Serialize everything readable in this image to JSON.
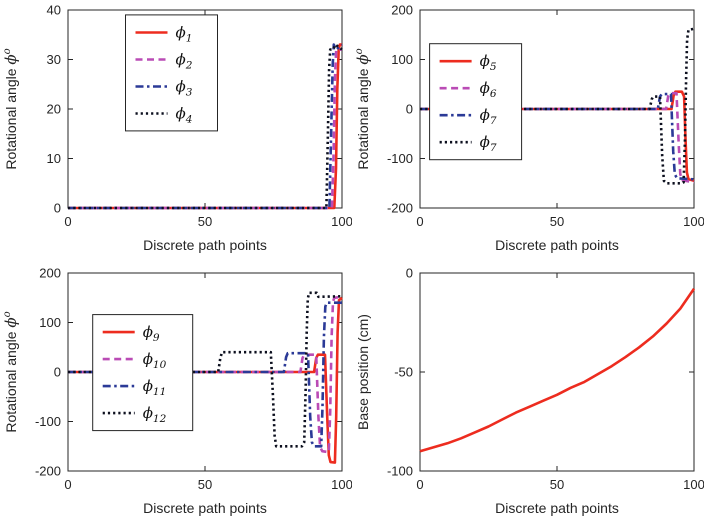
{
  "figure": {
    "background": "#ffffff",
    "description": "2x2 grid of MATLAB-style line plots: rotational angles and base position over discrete path points"
  },
  "colors": {
    "axis": "#252525",
    "red": "#ed2c1f",
    "magenta": "#ba4bb5",
    "blue": "#2b3a97",
    "black": "#0c0f1e"
  },
  "dash_styles": {
    "solid": "",
    "dashed": "7 4.5",
    "dashdot": "8 3.5 2.5 3.5",
    "dotted": "2.2 3"
  },
  "chart_data": [
    {
      "id": "top-left",
      "type": "line",
      "xlabel": "Discrete path points",
      "ylabel": {
        "text": "Rotational angle ",
        "math": "ϕ",
        "sup": "o"
      },
      "xlim": [
        0,
        100
      ],
      "ylim": [
        0,
        40
      ],
      "xticks": [
        0,
        50,
        100
      ],
      "yticks": [
        0,
        10,
        20,
        30,
        40
      ],
      "grid": false,
      "legend": {
        "fx": 0.21,
        "fy": 0.025,
        "width": 92,
        "items": [
          {
            "main": "ϕ",
            "sub": "1",
            "series": 0
          },
          {
            "main": "ϕ",
            "sub": "2",
            "series": 1
          },
          {
            "main": "ϕ",
            "sub": "3",
            "series": 2
          },
          {
            "main": "ϕ",
            "sub": "4",
            "series": 3
          }
        ]
      },
      "series": [
        {
          "name": "phi-1",
          "color": "red",
          "style": "solid",
          "points": [
            [
              0,
              0
            ],
            [
              97.2,
              0
            ],
            [
              97.8,
              8
            ],
            [
              98.3,
              24
            ],
            [
              98.8,
              32
            ],
            [
              99.2,
              33
            ],
            [
              100,
              33
            ]
          ]
        },
        {
          "name": "phi-2",
          "color": "magenta",
          "style": "dashed",
          "points": [
            [
              0,
              0
            ],
            [
              96.3,
              0
            ],
            [
              96.9,
              10
            ],
            [
              97.4,
              26
            ],
            [
              97.9,
              32
            ],
            [
              100,
              32
            ]
          ]
        },
        {
          "name": "phi-3",
          "color": "blue",
          "style": "dashdot",
          "points": [
            [
              0,
              0
            ],
            [
              95.4,
              0
            ],
            [
              96,
              14
            ],
            [
              96.6,
              29
            ],
            [
              97,
              33
            ],
            [
              97.8,
              32
            ],
            [
              100,
              33
            ]
          ]
        },
        {
          "name": "phi-4",
          "color": "black",
          "style": "dotted",
          "points": [
            [
              0,
              0
            ],
            [
              94.3,
              0
            ],
            [
              94.9,
              16
            ],
            [
              95.3,
              28
            ],
            [
              95.7,
              32
            ],
            [
              96.8,
              32
            ],
            [
              97.6,
              33
            ],
            [
              100,
              32
            ]
          ]
        }
      ]
    },
    {
      "id": "top-right",
      "type": "line",
      "xlabel": "Discrete path points",
      "ylabel": {
        "text": "Rotational angle ",
        "math": "ϕ",
        "sup": "o"
      },
      "xlim": [
        0,
        100
      ],
      "ylim": [
        -200,
        200
      ],
      "xticks": [
        0,
        50,
        100
      ],
      "yticks": [
        -200,
        -100,
        0,
        100,
        200
      ],
      "grid": false,
      "legend": {
        "fx": 0.035,
        "fy": 0.17,
        "width": 92,
        "items": [
          {
            "main": "ϕ",
            "sub": "5",
            "series": 0
          },
          {
            "main": "ϕ",
            "sub": "6",
            "series": 1
          },
          {
            "main": "ϕ",
            "sub": "7",
            "series": 2
          },
          {
            "main": "ϕ",
            "sub": "7",
            "series": 3
          }
        ]
      },
      "series": [
        {
          "name": "phi-5",
          "color": "red",
          "style": "solid",
          "points": [
            [
              0,
              0
            ],
            [
              91.8,
              0
            ],
            [
              92.6,
              28
            ],
            [
              93.2,
              35
            ],
            [
              95.6,
              35
            ],
            [
              96.4,
              25
            ],
            [
              96.9,
              -60
            ],
            [
              97.4,
              -128
            ],
            [
              98,
              -142
            ],
            [
              100,
              -145
            ]
          ]
        },
        {
          "name": "phi-6",
          "color": "magenta",
          "style": "dashed",
          "points": [
            [
              0,
              0
            ],
            [
              89.8,
              0
            ],
            [
              90.6,
              26
            ],
            [
              91.2,
              32
            ],
            [
              93.6,
              32
            ],
            [
              94.4,
              -70
            ],
            [
              95,
              -132
            ],
            [
              95.8,
              -144
            ],
            [
              100,
              -148
            ]
          ]
        },
        {
          "name": "phi-7",
          "color": "blue",
          "style": "dashdot",
          "points": [
            [
              0,
              0
            ],
            [
              86.8,
              0
            ],
            [
              87.6,
              25
            ],
            [
              88.2,
              30
            ],
            [
              91.6,
              30
            ],
            [
              92.4,
              -85
            ],
            [
              93,
              -132
            ],
            [
              93.8,
              -140
            ],
            [
              100,
              -142
            ]
          ]
        },
        {
          "name": "phi-7b",
          "color": "black",
          "style": "dotted",
          "points": [
            [
              0,
              0
            ],
            [
              83.8,
              0
            ],
            [
              84.6,
              20
            ],
            [
              85.2,
              25
            ],
            [
              87.6,
              25
            ],
            [
              88.4,
              -95
            ],
            [
              89,
              -145
            ],
            [
              90,
              -150
            ],
            [
              95.4,
              -150
            ],
            [
              96.2,
              -148
            ],
            [
              96.7,
              -60
            ],
            [
              97.1,
              60
            ],
            [
              97.5,
              140
            ],
            [
              98,
              160
            ],
            [
              100,
              162
            ]
          ]
        }
      ]
    },
    {
      "id": "bottom-left",
      "type": "line",
      "xlabel": "Discrete path points",
      "ylabel": {
        "text": "Rotational angle ",
        "math": "ϕ",
        "sup": "o"
      },
      "xlim": [
        0,
        100
      ],
      "ylim": [
        -200,
        200
      ],
      "xticks": [
        0,
        50,
        100
      ],
      "yticks": [
        -200,
        -100,
        0,
        100,
        200
      ],
      "grid": false,
      "legend": {
        "fx": 0.09,
        "fy": 0.21,
        "width": 100,
        "items": [
          {
            "main": "ϕ",
            "sub": "9",
            "series": 0
          },
          {
            "main": "ϕ",
            "sub": "10",
            "series": 1
          },
          {
            "main": "ϕ",
            "sub": "11",
            "series": 2
          },
          {
            "main": "ϕ",
            "sub": "12",
            "series": 3
          }
        ]
      },
      "series": [
        {
          "name": "phi-9",
          "color": "red",
          "style": "solid",
          "points": [
            [
              0,
              0
            ],
            [
              89.8,
              0
            ],
            [
              90.6,
              28
            ],
            [
              91.2,
              35
            ],
            [
              93.8,
              35
            ],
            [
              94.6,
              -90
            ],
            [
              95.2,
              -168
            ],
            [
              95.8,
              -182
            ],
            [
              97.4,
              -183
            ],
            [
              97.9,
              -90
            ],
            [
              98.4,
              80
            ],
            [
              98.9,
              145
            ],
            [
              100,
              150
            ]
          ]
        },
        {
          "name": "phi-10",
          "color": "magenta",
          "style": "dashed",
          "points": [
            [
              0,
              0
            ],
            [
              84.8,
              0
            ],
            [
              85.6,
              28
            ],
            [
              86.2,
              35
            ],
            [
              90.6,
              35
            ],
            [
              91.4,
              -90
            ],
            [
              92,
              -152
            ],
            [
              92.8,
              -160
            ],
            [
              95.2,
              -162
            ],
            [
              95.7,
              -80
            ],
            [
              96.2,
              70
            ],
            [
              96.7,
              142
            ],
            [
              97.2,
              150
            ],
            [
              100,
              152
            ]
          ]
        },
        {
          "name": "phi-11",
          "color": "blue",
          "style": "dashdot",
          "points": [
            [
              0,
              0
            ],
            [
              78.8,
              0
            ],
            [
              79.6,
              30
            ],
            [
              80.2,
              38
            ],
            [
              87.6,
              38
            ],
            [
              88.4,
              -90
            ],
            [
              89,
              -142
            ],
            [
              89.8,
              -150
            ],
            [
              92.4,
              -150
            ],
            [
              92.9,
              -70
            ],
            [
              93.4,
              70
            ],
            [
              93.9,
              132
            ],
            [
              94.4,
              140
            ],
            [
              100,
              140
            ]
          ]
        },
        {
          "name": "phi-12",
          "color": "black",
          "style": "dotted",
          "points": [
            [
              0,
              0
            ],
            [
              54.8,
              0
            ],
            [
              55.6,
              28
            ],
            [
              56.2,
              40
            ],
            [
              74,
              40
            ],
            [
              74.8,
              -50
            ],
            [
              75.4,
              -128
            ],
            [
              76,
              -150
            ],
            [
              85.4,
              -150
            ],
            [
              86.2,
              -142
            ],
            [
              86.7,
              -40
            ],
            [
              87.1,
              80
            ],
            [
              87.5,
              148
            ],
            [
              88,
              160
            ],
            [
              90.8,
              160
            ],
            [
              91.4,
              152
            ],
            [
              100,
              153
            ]
          ]
        }
      ]
    },
    {
      "id": "bottom-right",
      "type": "line",
      "xlabel": "Discrete path points",
      "ylabel": {
        "text": "Base position (cm)"
      },
      "xlim": [
        0,
        100
      ],
      "ylim": [
        -100,
        0
      ],
      "xticks": [
        0,
        50,
        100
      ],
      "yticks": [
        -100,
        -50,
        0
      ],
      "grid": false,
      "legend": null,
      "series": [
        {
          "name": "base-position",
          "color": "red",
          "style": "solid",
          "points": [
            [
              0,
              -90
            ],
            [
              5,
              -88
            ],
            [
              10,
              -86
            ],
            [
              15,
              -83.5
            ],
            [
              20,
              -80.5
            ],
            [
              25,
              -77.5
            ],
            [
              30,
              -74
            ],
            [
              35,
              -70.5
            ],
            [
              40,
              -67.5
            ],
            [
              45,
              -64.5
            ],
            [
              50,
              -61.5
            ],
            [
              55,
              -58
            ],
            [
              60,
              -55
            ],
            [
              65,
              -51
            ],
            [
              70,
              -47
            ],
            [
              75,
              -42.5
            ],
            [
              80,
              -37.5
            ],
            [
              85,
              -32
            ],
            [
              90,
              -25.5
            ],
            [
              95,
              -18
            ],
            [
              100,
              -8
            ]
          ]
        }
      ]
    }
  ]
}
